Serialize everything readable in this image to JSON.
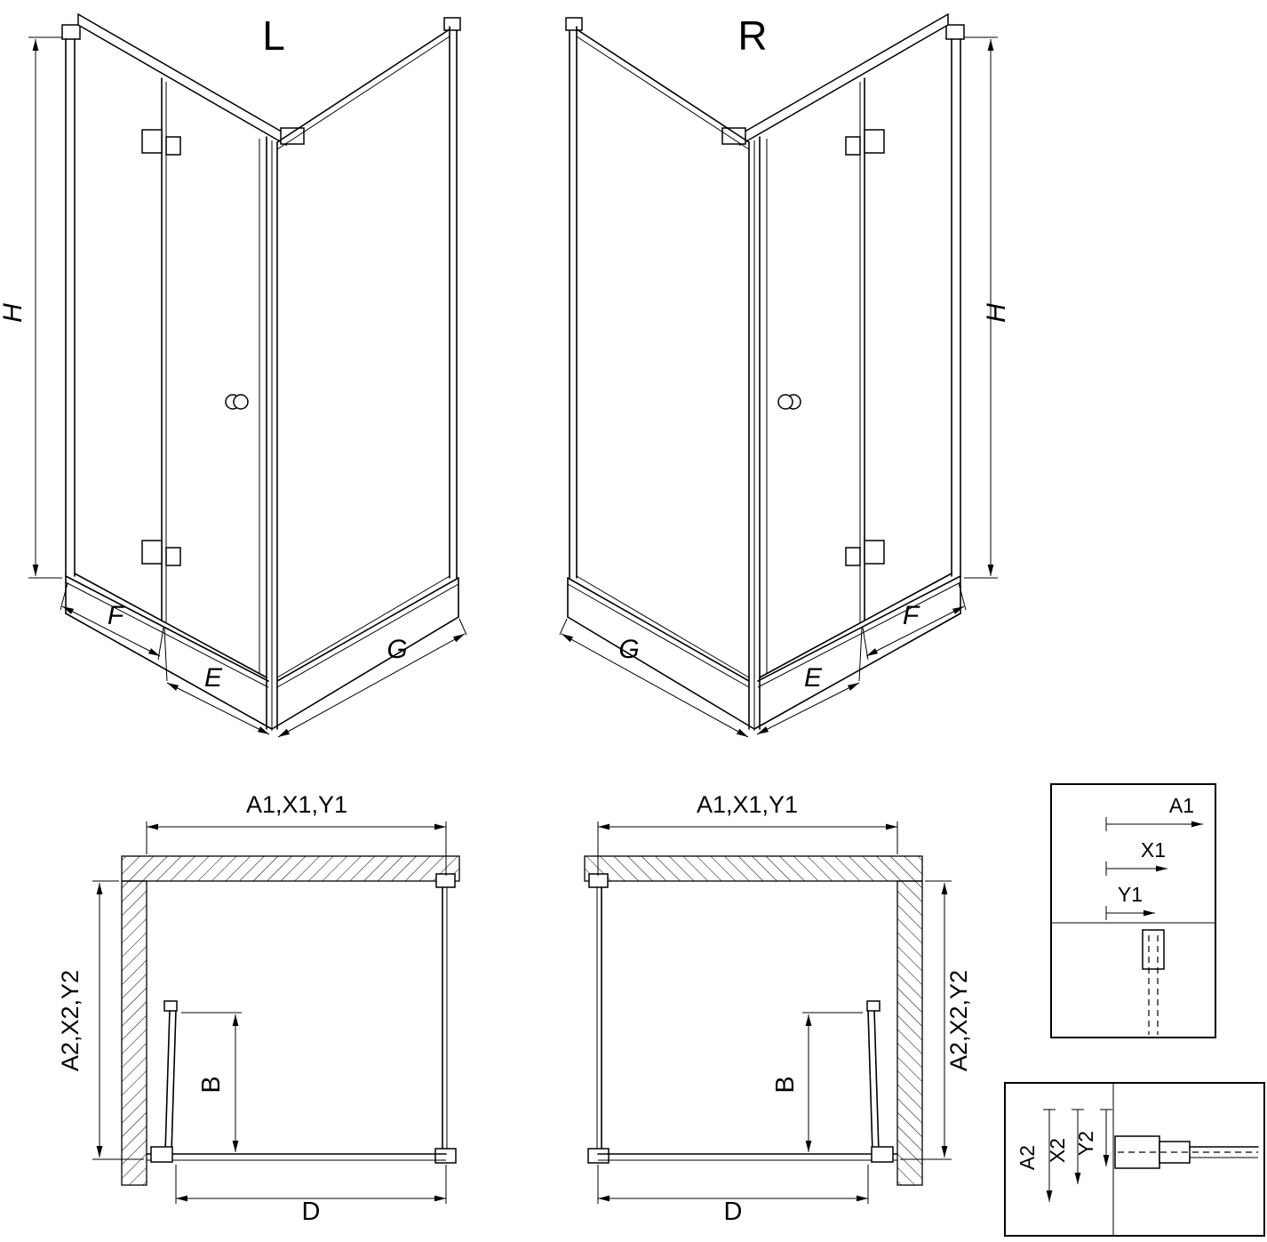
{
  "diagram": {
    "iso_left": {
      "title": "L",
      "dim_height": "H",
      "dim_f": "F",
      "dim_e": "E",
      "dim_g": "G"
    },
    "iso_right": {
      "title": "R",
      "dim_height": "H",
      "dim_f": "F",
      "dim_e": "E",
      "dim_g": "G"
    },
    "plan_left": {
      "dim_top": "A1,X1,Y1",
      "dim_side": "A2,X2,Y2",
      "dim_door": "B",
      "dim_width": "D"
    },
    "plan_right": {
      "dim_top": "A1,X1,Y1",
      "dim_side": "A2,X2,Y2",
      "dim_door": "B",
      "dim_width": "D"
    },
    "detail_top": {
      "dim_a1": "A1",
      "dim_x1": "X1",
      "dim_y1": "Y1"
    },
    "detail_bottom": {
      "dim_a2": "A2",
      "dim_x2": "X2",
      "dim_y2": "Y2"
    }
  },
  "colors": {
    "line": "#000000",
    "background": "#ffffff"
  }
}
